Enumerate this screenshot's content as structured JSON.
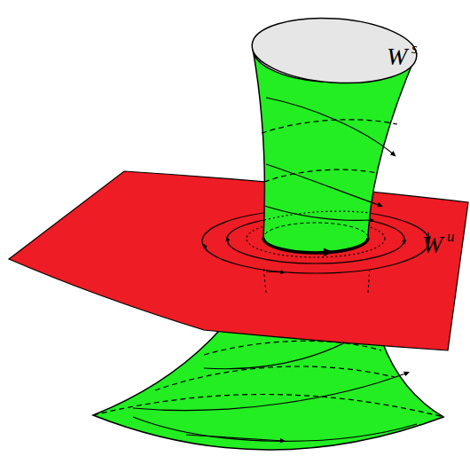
{
  "diagram": {
    "labels": [
      "W",
      "s",
      "W",
      "u"
    ]
  }
}
